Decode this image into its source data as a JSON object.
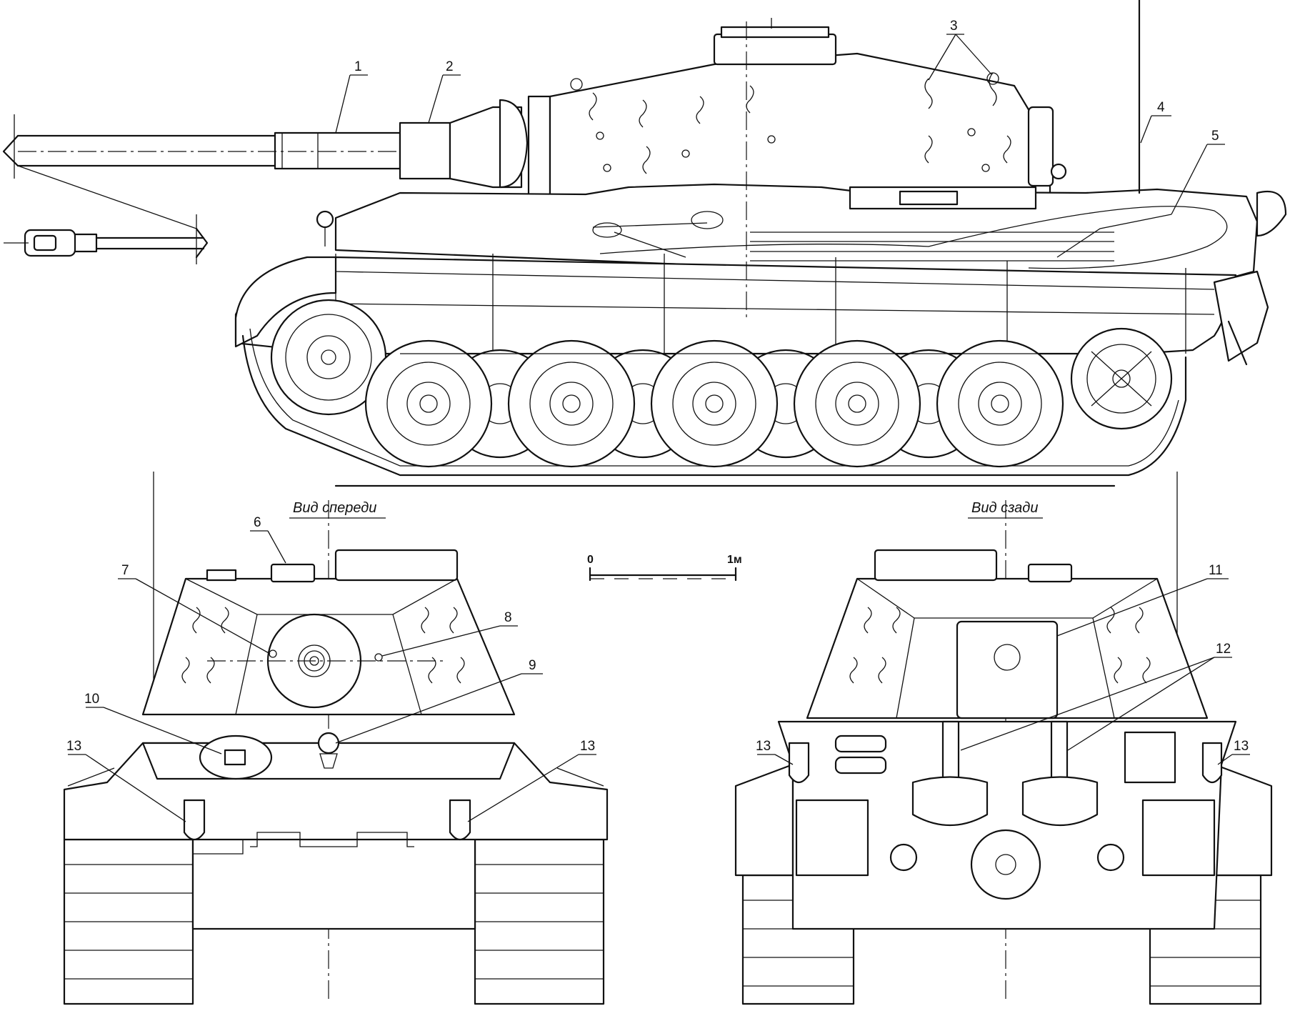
{
  "views": {
    "front": {
      "title": "Вид спереди"
    },
    "rear": {
      "title": "Вид сзади"
    }
  },
  "scale": {
    "start_label": "0",
    "end_label": "1м"
  },
  "callouts": [
    "1",
    "2",
    "3",
    "4",
    "5",
    "6",
    "7",
    "8",
    "9",
    "10",
    "11",
    "12",
    "13"
  ]
}
